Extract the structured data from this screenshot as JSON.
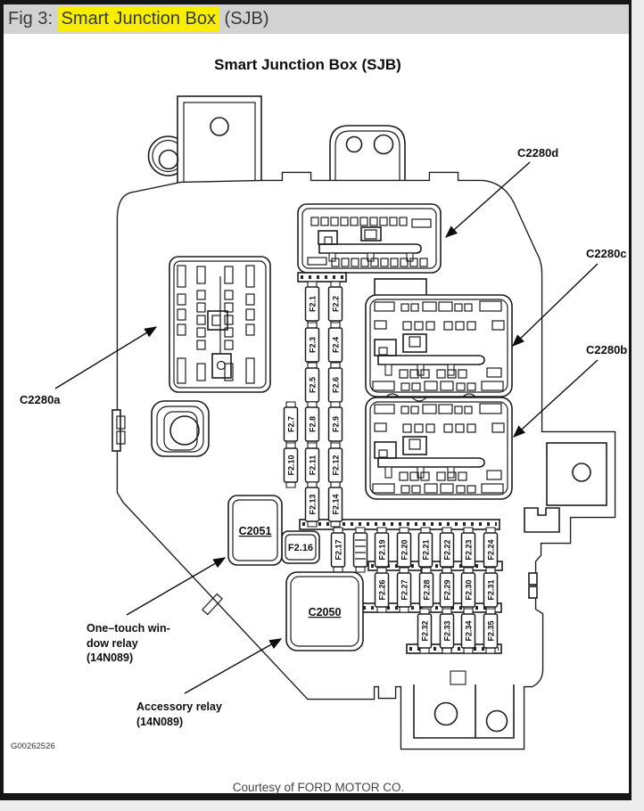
{
  "page": {
    "fig_prefix": "Fig 3: ",
    "fig_highlight": "Smart Junction Box",
    "fig_suffix": " (SJB)",
    "highlight_color": "#f8ee00",
    "diagram_title": "Smart Junction Box (SJB)",
    "reference_code": "G00262526",
    "courtesy_line": "Courtesy of FORD MOTOR CO."
  },
  "connector_labels": {
    "a": "C2280a",
    "b": "C2280b",
    "c": "C2280c",
    "d": "C2280d"
  },
  "component_labels": {
    "c2051": "C2051",
    "c2050": "C2050",
    "f216": "F2.16"
  },
  "callouts": {
    "one_touch_line1": "One–touch win-",
    "one_touch_line2": "dow relay",
    "one_touch_line3": "(14N089)",
    "accessory_line1": "Accessory relay",
    "accessory_line2": "(14N089)"
  },
  "fuses": {
    "vertical": [
      "F2.1",
      "F2.2",
      "F2.3",
      "F2.4",
      "F2.5",
      "F2.6",
      "F2.7",
      "F2.8",
      "F2.9",
      "F2.10",
      "F2.11",
      "F2.12",
      "F2.13",
      "F2.14"
    ],
    "row1": [
      "F2.17",
      "F2.19",
      "F2.20",
      "F2.21",
      "F2.22",
      "F2.23",
      "F2.24"
    ],
    "row2": [
      "F2.26",
      "F2.27",
      "F2.28",
      "F2.29",
      "F2.30",
      "F2.31"
    ],
    "row3": [
      "F2.32",
      "F2.33",
      "F2.34",
      "F2.35"
    ]
  }
}
